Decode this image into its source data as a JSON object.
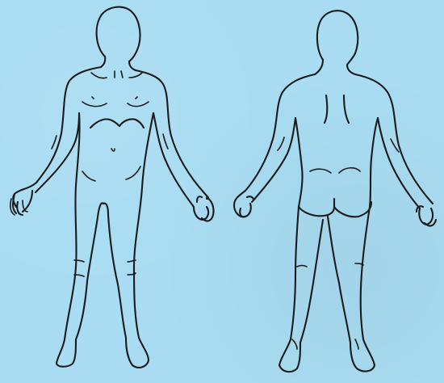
{
  "diagram": {
    "background_color": "#a9dcf2",
    "line_color": "#1b1b1b",
    "figures": [
      {
        "view": "front",
        "icon": "body-front-outline"
      },
      {
        "view": "back",
        "icon": "body-back-outline"
      }
    ]
  }
}
